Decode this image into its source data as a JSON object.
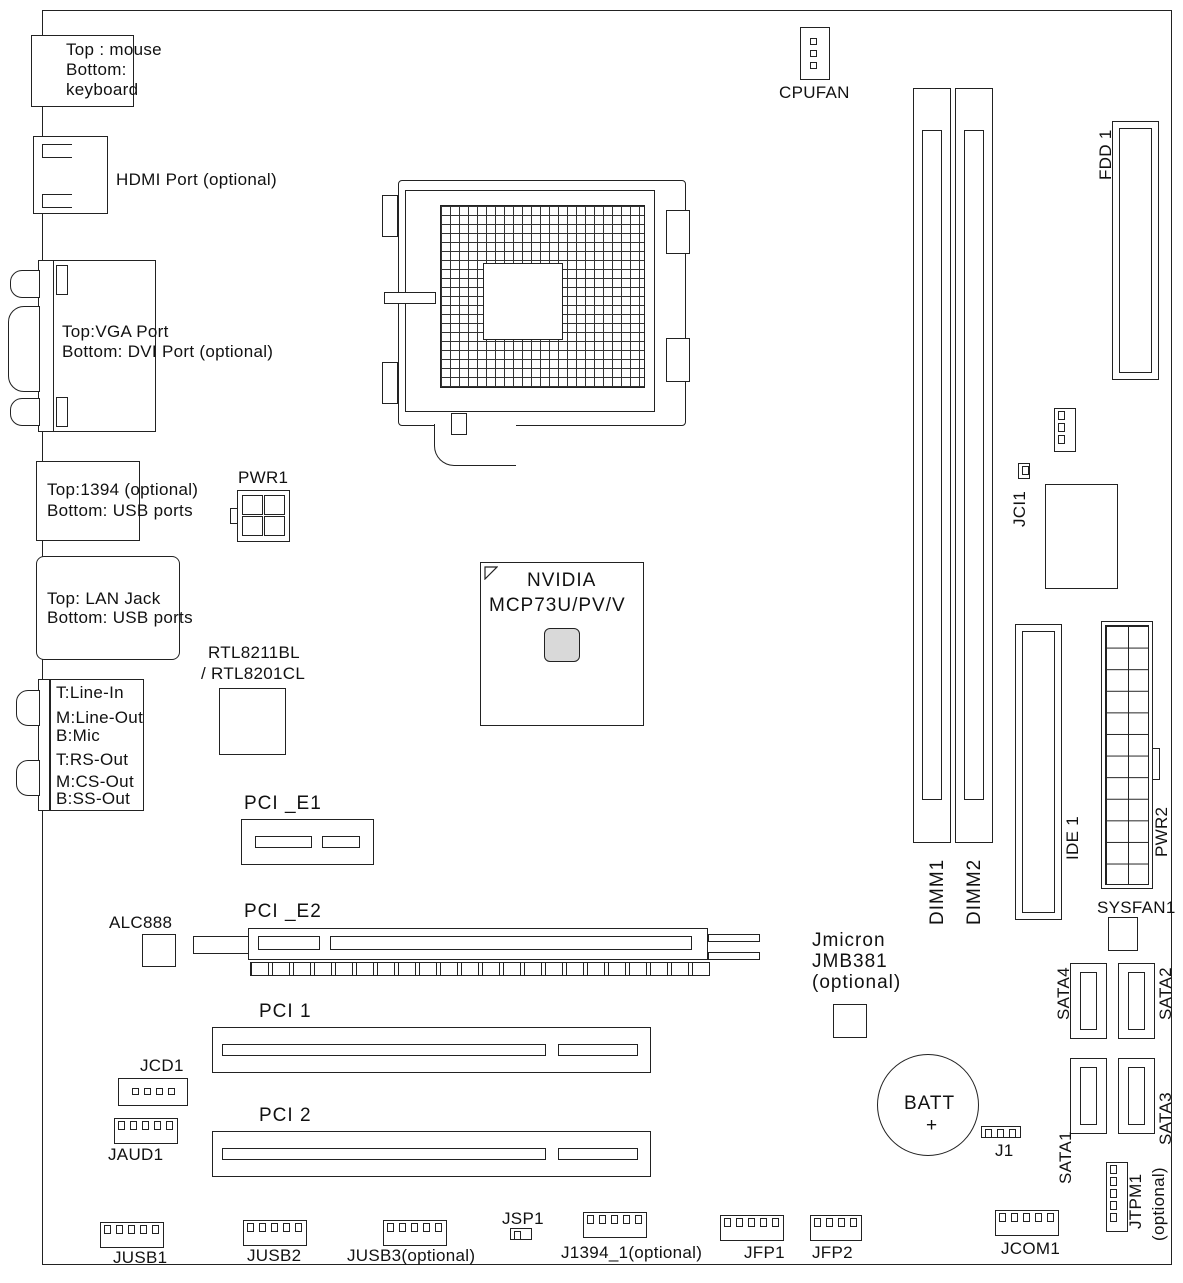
{
  "ports": {
    "ps2": [
      "Top : mouse",
      "Bottom:",
      "keyboard"
    ],
    "hdmi": "HDMI Port (optional)",
    "vga_top": "Top:VGA Port",
    "vga_bottom": "Bottom: DVI Port (optional)",
    "usb1394_top": "Top:1394 (optional)",
    "usb1394_bottom": "Bottom: USB ports",
    "lan_top": "Top: LAN Jack",
    "lan_bottom": "Bottom: USB ports",
    "audio": [
      "T:Line-In",
      "M:Line-Out",
      "B:Mic",
      "T:RS-Out",
      "M:CS-Out",
      "B:SS-Out"
    ]
  },
  "components": {
    "cpufan": "CPUFAN",
    "pwr1": "PWR1",
    "chipset": [
      "NVIDIA",
      "MCP73U/PV/V"
    ],
    "lan_chip": [
      "RTL8211BL",
      "/ RTL8201CL"
    ],
    "alc": "ALC888",
    "jmicron": [
      "Jmicron",
      "JMB381",
      "(optional)"
    ],
    "batt": "BATT",
    "batt_sign": "+",
    "fdd": "FDD 1",
    "jci": "JCI1",
    "dimm1": "DIMM1",
    "dimm2": "DIMM2",
    "ide": "IDE 1",
    "pwr2": "PWR2",
    "sysfan": "SYSFAN1",
    "sata4": "SATA4",
    "sata2": "SATA2",
    "sata1": "SATA1",
    "sata3": "SATA3",
    "j1": "J1",
    "jtpm": [
      "JTPM1",
      "(optional)"
    ]
  },
  "slots": {
    "pcie1": "PCI _E1",
    "pcie2": "PCI _E2",
    "pci1": "PCI 1",
    "pci2": "PCI 2"
  },
  "headers": {
    "jcd1": "JCD1",
    "jaud1": "JAUD1",
    "jusb1": "JUSB1",
    "jusb2": "JUSB2",
    "jusb3": "JUSB3(optional)",
    "jsp1": "JSP1",
    "j1394": "J1394_1(optional)",
    "jfp1": "JFP1",
    "jfp2": "JFP2",
    "jcom1": "JCOM1"
  }
}
